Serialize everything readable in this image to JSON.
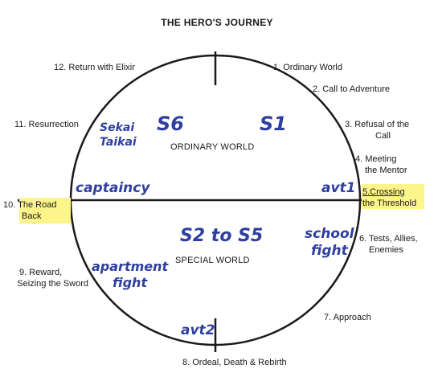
{
  "title": "THE HERO'S JOURNEY",
  "regions": {
    "top": "ORDINARY WORLD",
    "bottom": "SPECIAL WORLD"
  },
  "stages": [
    {
      "n": 1,
      "line1": "1.  Ordinary World",
      "line2": ""
    },
    {
      "n": 2,
      "line1": "2. Call to Adventure",
      "line2": ""
    },
    {
      "n": 3,
      "line1": "3. Refusal of the",
      "line2": "Call"
    },
    {
      "n": 4,
      "line1": "4. Meeting",
      "line2": "the Mentor"
    },
    {
      "n": 5,
      "line1": "5.Crossing",
      "line2": "the Threshold"
    },
    {
      "n": 6,
      "line1": "6. Tests, Allies,",
      "line2": "Enemies"
    },
    {
      "n": 7,
      "line1": "7. Approach",
      "line2": ""
    },
    {
      "n": 8,
      "line1": "8. Ordeal, Death & Rebirth",
      "line2": ""
    },
    {
      "n": 9,
      "line1": "9. Reward,",
      "line2": "Seizing the Sword"
    },
    {
      "n": 10,
      "line1": "10. The Road",
      "line2": "Back"
    },
    {
      "n": 11,
      "line1": "11. Resurrection",
      "line2": ""
    },
    {
      "n": 12,
      "line1": "12. Return with Elixir",
      "line2": ""
    }
  ],
  "annotations": {
    "sekai_line1": "Sekai",
    "sekai_line2": "Taikai",
    "s6": "S6",
    "s1": "S1",
    "captaincy": "captaincy",
    "avt1": "avt1",
    "s2_to_s5": "S2 to S5",
    "school_line1": "school",
    "school_line2": "fight",
    "apartment_line1": "apartment",
    "apartment_line2": "fight",
    "avt2": "avt2"
  },
  "colors": {
    "ink": "#2f3f9f",
    "highlight": "#fdf48a",
    "line": "#1a1a1a"
  }
}
